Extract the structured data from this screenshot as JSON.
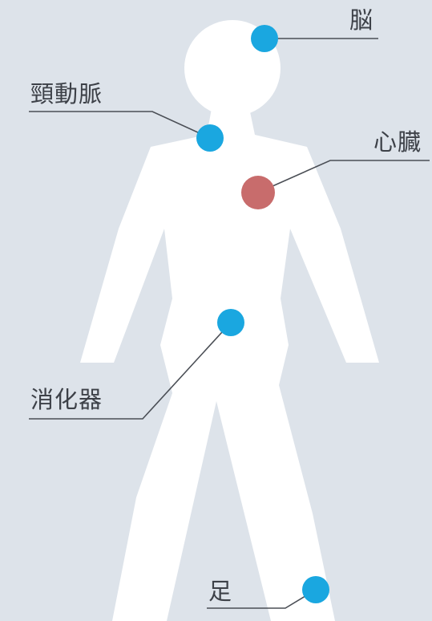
{
  "colors": {
    "background": "#dde3ea",
    "body": "#ffffff",
    "marker_blue": "#1aa7e0",
    "marker_red": "#c86c6c",
    "leader_line": "#4a4e55",
    "label_text": "#3d4148"
  },
  "labels": {
    "brain": "脳",
    "carotid": "頸動脈",
    "heart": "心臓",
    "digestive": "消化器",
    "foot": "足"
  }
}
